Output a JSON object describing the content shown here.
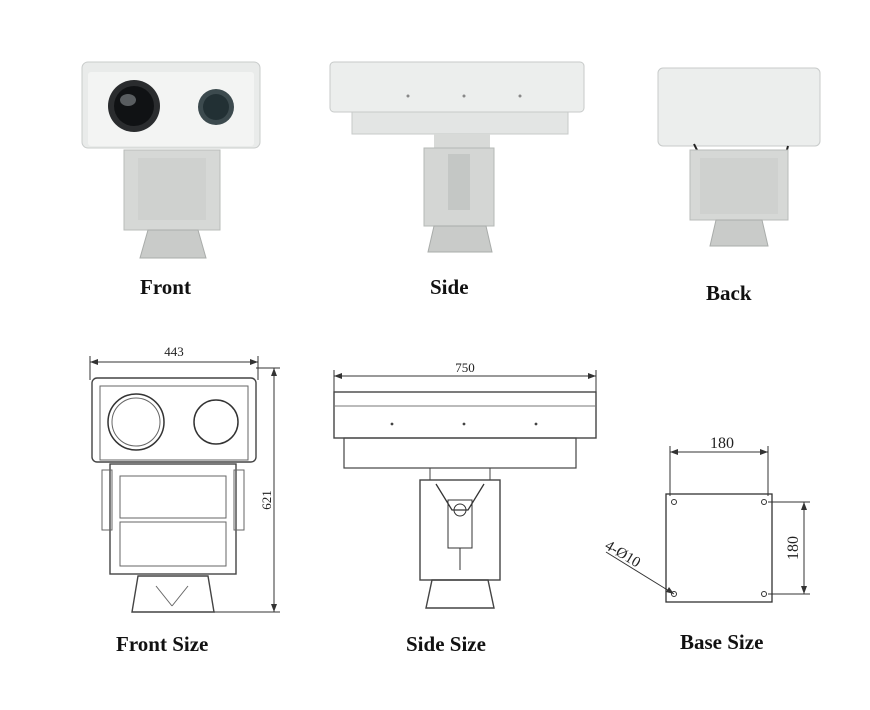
{
  "views": {
    "front_label": "Front",
    "side_label": "Side",
    "back_label": "Back",
    "front_size_label": "Front Size",
    "side_size_label": "Side  Size",
    "base_size_label": "Base Size"
  },
  "dimensions": {
    "front_width": "443",
    "front_height": "621",
    "side_length": "750",
    "base_width": "180",
    "base_depth": "180",
    "base_holes": "4-Ø10"
  }
}
